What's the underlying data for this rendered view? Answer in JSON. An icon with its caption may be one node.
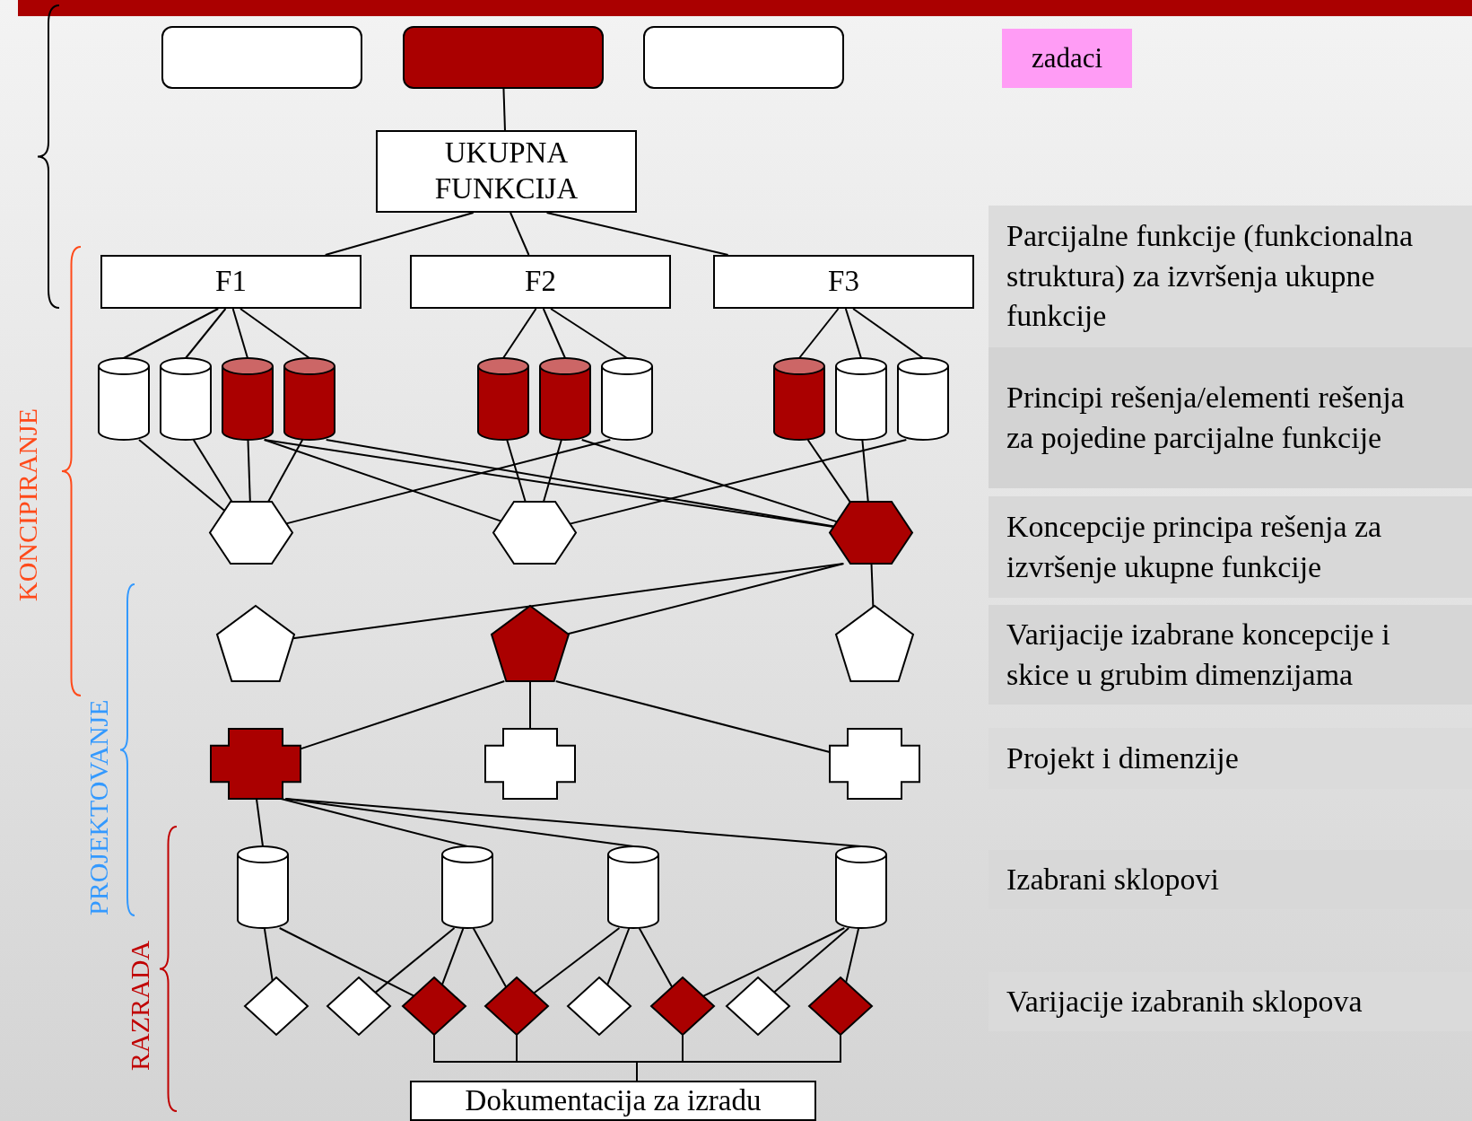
{
  "diagram": {
    "nodes": [
      {
        "text": [],
        "shape": "box"
      },
      {
        "text": [],
        "shape": "box"
      },
      {
        "text": [],
        "shape": "box"
      },
      {
        "text": [
          "zadaci"
        ]
      },
      {
        "text": [
          "UKUPNA FUNKCIJA"
        ]
      },
      {
        "text": [
          "F1"
        ]
      },
      {
        "text": [
          "F2"
        ]
      },
      {
        "text": [
          "F3"
        ]
      },
      {
        "text": [
          "Parcijalne funkcije (funkcionalna struktura) za izvršenja ukupne funkcije"
        ]
      },
      {
        "text": [
          "Principi rešenja/elementi rešenja za pojedine parcijalne funkcije"
        ]
      },
      {
        "text": [
          "Koncepcije principa rešenja za izvršenje ukupne funkcije"
        ]
      },
      {
        "text": [
          "Varijacije izabrane koncepcije i skice u grubim dimenzijama"
        ]
      },
      {
        "text": [
          "Projekt i dimenzije"
        ]
      },
      {
        "text": [
          "Izabrani sklopovi"
        ]
      },
      {
        "text": [
          "Varijacije izabranih sklopova"
        ]
      },
      {
        "text": [],
        "shape": "cylinder"
      },
      {
        "text": [],
        "shape": "cylinder"
      },
      {
        "text": [],
        "shape": "cylinder"
      },
      {
        "text": [],
        "shape": "cylinder"
      },
      {
        "text": [],
        "shape": "cylinder"
      },
      {
        "text": [],
        "shape": "cylinder"
      },
      {
        "text": [],
        "shape": "cylinder"
      },
      {
        "text": [],
        "shape": "cylinder"
      },
      {
        "text": [],
        "shape": "cylinder"
      },
      {
        "text": [],
        "shape": "cylinder"
      },
      {
        "text": [],
        "shape": "hexagon"
      },
      {
        "text": [],
        "shape": "hexagon"
      },
      {
        "text": [],
        "shape": "hexagon"
      },
      {
        "text": [],
        "shape": "pentagon"
      },
      {
        "text": [],
        "shape": "pentagon"
      },
      {
        "text": [],
        "shape": "pentagon"
      },
      {
        "text": [],
        "shape": "cross"
      },
      {
        "text": [],
        "shape": "cross"
      },
      {
        "text": [],
        "shape": "cross"
      },
      {
        "text": [],
        "shape": "cylinder"
      },
      {
        "text": [],
        "shape": "cylinder"
      },
      {
        "text": [],
        "shape": "cylinder"
      },
      {
        "text": [],
        "shape": "cylinder"
      },
      {
        "text": [],
        "shape": "diamond"
      },
      {
        "text": [],
        "shape": "diamond"
      },
      {
        "text": [],
        "shape": "diamond"
      },
      {
        "text": [],
        "shape": "diamond"
      },
      {
        "text": [],
        "shape": "diamond"
      },
      {
        "text": [],
        "shape": "diamond"
      },
      {
        "text": [],
        "shape": "diamond"
      },
      {
        "text": [],
        "shape": "diamond"
      },
      {
        "text": [
          "Dokumentacija za izradu"
        ]
      }
    ],
    "edges": [
      {
        "from": 1,
        "to": 4,
        "arrow": "none"
      },
      {
        "from": 4,
        "to": 5,
        "arrow": "none"
      },
      {
        "from": 4,
        "to": 6,
        "arrow": "none"
      },
      {
        "from": 4,
        "to": 7,
        "arrow": "none"
      },
      {
        "from": 5,
        "to": 15,
        "arrow": "none"
      },
      {
        "from": 5,
        "to": 16,
        "arrow": "none"
      },
      {
        "from": 5,
        "to": 17,
        "arrow": "none"
      },
      {
        "from": 5,
        "to": 18,
        "arrow": "none"
      },
      {
        "from": 6,
        "to": 19,
        "arrow": "none"
      },
      {
        "from": 6,
        "to": 20,
        "arrow": "none"
      },
      {
        "from": 6,
        "to": 21,
        "arrow": "none"
      },
      {
        "from": 7,
        "to": 22,
        "arrow": "none"
      },
      {
        "from": 7,
        "to": 23,
        "arrow": "none"
      },
      {
        "from": 7,
        "to": 24,
        "arrow": "none"
      },
      {
        "from": 15,
        "to": 25,
        "arrow": "none"
      },
      {
        "from": 16,
        "to": 25,
        "arrow": "none"
      },
      {
        "from": 17,
        "to": 25,
        "arrow": "none"
      },
      {
        "from": 18,
        "to": 25,
        "arrow": "none"
      },
      {
        "from": 17,
        "to": 26,
        "arrow": "none"
      },
      {
        "from": 17,
        "to": 27,
        "arrow": "none"
      },
      {
        "from": 18,
        "to": 27,
        "arrow": "none"
      },
      {
        "from": 19,
        "to": 26,
        "arrow": "none"
      },
      {
        "from": 20,
        "to": 26,
        "arrow": "none"
      },
      {
        "from": 20,
        "to": 27,
        "arrow": "none"
      },
      {
        "from": 21,
        "to": 25,
        "arrow": "none"
      },
      {
        "from": 22,
        "to": 27,
        "arrow": "none"
      },
      {
        "from": 23,
        "to": 27,
        "arrow": "none"
      },
      {
        "from": 24,
        "to": 26,
        "arrow": "none"
      },
      {
        "from": 27,
        "to": 28,
        "arrow": "none"
      },
      {
        "from": 27,
        "to": 29,
        "arrow": "none"
      },
      {
        "from": 27,
        "to": 30,
        "arrow": "none"
      },
      {
        "from": 29,
        "to": 31,
        "arrow": "none"
      },
      {
        "from": 29,
        "to": 32,
        "arrow": "none"
      },
      {
        "from": 29,
        "to": 33,
        "arrow": "none"
      },
      {
        "from": 31,
        "to": 34,
        "arrow": "none"
      },
      {
        "from": 31,
        "to": 35,
        "arrow": "none"
      },
      {
        "from": 31,
        "to": 36,
        "arrow": "none"
      },
      {
        "from": 31,
        "to": 37,
        "arrow": "none"
      },
      {
        "from": 34,
        "to": 38,
        "arrow": "none"
      },
      {
        "from": 34,
        "to": 40,
        "arrow": "none"
      },
      {
        "from": 35,
        "to": 39,
        "arrow": "none"
      },
      {
        "from": 35,
        "to": 40,
        "arrow": "none"
      },
      {
        "from": 35,
        "to": 41,
        "arrow": "none"
      },
      {
        "from": 36,
        "to": 41,
        "arrow": "none"
      },
      {
        "from": 36,
        "to": 42,
        "arrow": "none"
      },
      {
        "from": 36,
        "to": 43,
        "arrow": "none"
      },
      {
        "from": 37,
        "to": 43,
        "arrow": "none"
      },
      {
        "from": 37,
        "to": 44,
        "arrow": "none"
      },
      {
        "from": 37,
        "to": 45,
        "arrow": "none"
      },
      {
        "from": 40,
        "to": 46,
        "arrow": "none"
      },
      {
        "from": 41,
        "to": 46,
        "arrow": "none"
      },
      {
        "from": 43,
        "to": 46,
        "arrow": "none"
      },
      {
        "from": 45,
        "to": 46,
        "arrow": "none"
      }
    ],
    "labels": [
      "KONCIPIRANJE",
      "PROJEKTOVANJE",
      "RAZRADA"
    ]
  }
}
